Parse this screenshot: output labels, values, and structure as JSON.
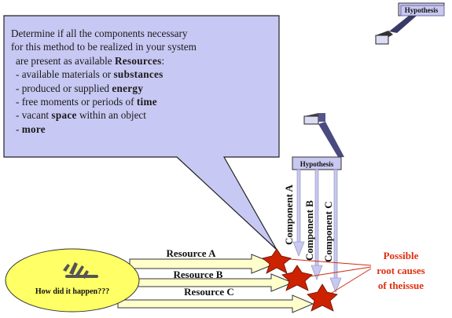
{
  "hypothesis_labels": [
    "Hypothesis",
    "Hypothesis"
  ],
  "callout": {
    "line1": "Determine if all the components necessary",
    "line2": "for this method to be realized in your system",
    "line3_prefix": "are present as available ",
    "line3_bold": "Resources",
    "line3_suffix": ":",
    "bullets": [
      {
        "prefix": "- available materials or ",
        "bold": "substances"
      },
      {
        "prefix": "- produced or supplied ",
        "bold": "energy"
      },
      {
        "prefix": "- free moments or periods of ",
        "bold": "time"
      },
      {
        "prefix": "- vacant ",
        "bold": "space",
        "suffix": " within an object"
      },
      {
        "prefix": "- ",
        "bold": "more"
      }
    ]
  },
  "components": [
    "Component A",
    "Component B",
    "Component C"
  ],
  "resources": [
    "Resource A",
    "Resource B",
    "Resource C"
  ],
  "ellipse_label": "How did it happen???",
  "root_causes": [
    "Possible",
    "root causes",
    "of theissue"
  ],
  "colors": {
    "callout_fill": "#c8c8f4",
    "arrow_fill": "#ffffcc",
    "ellipse_fill": "#ffff66",
    "star_fill": "#cc2200",
    "component_arrow": "#c8c8f0",
    "root_cause_text": "#e03010",
    "hypothesis_box": "#c8c8f0"
  }
}
